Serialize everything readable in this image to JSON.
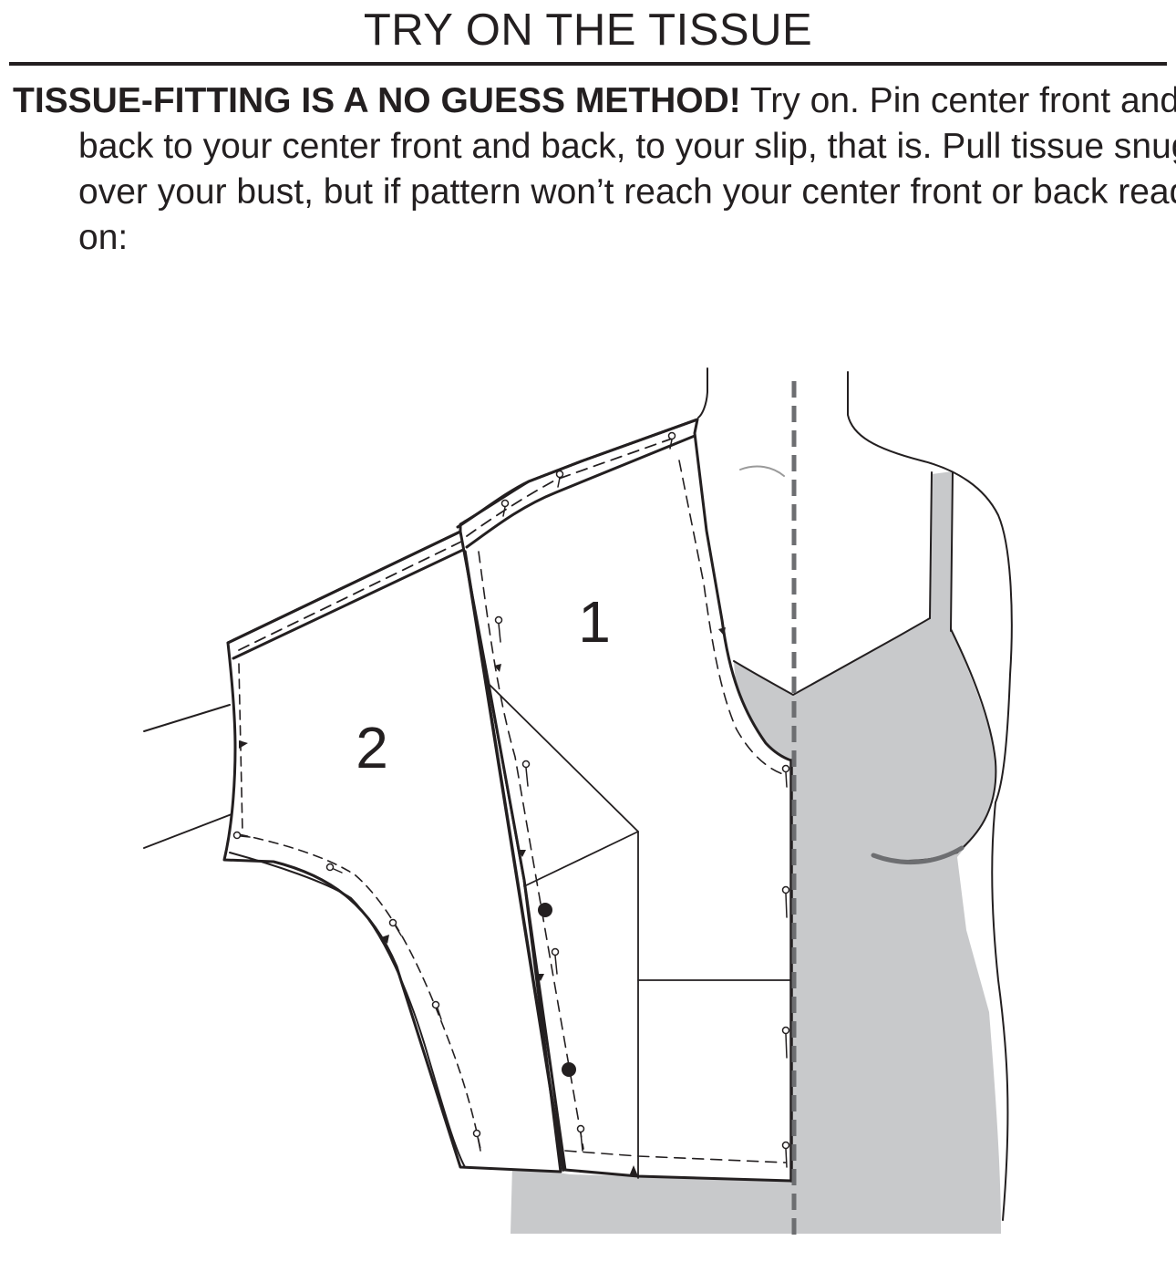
{
  "heading": "TRY ON THE TISSUE",
  "instructions": {
    "lead": "TISSUE-FITTING IS A NO GUESS METHOD!",
    "body": " Try on. Pin center front and back to your center front and back, to your slip, that is. Pull tissue snugly over your bust, but if pattern won’t reach your center front or back read on:"
  },
  "diagram": {
    "piece_labels": [
      "1",
      "2"
    ]
  },
  "colors": {
    "ink": "#231f20",
    "slip": "#c8c9cb",
    "center_line": "#6d6e71",
    "paper": "#ffffff"
  }
}
